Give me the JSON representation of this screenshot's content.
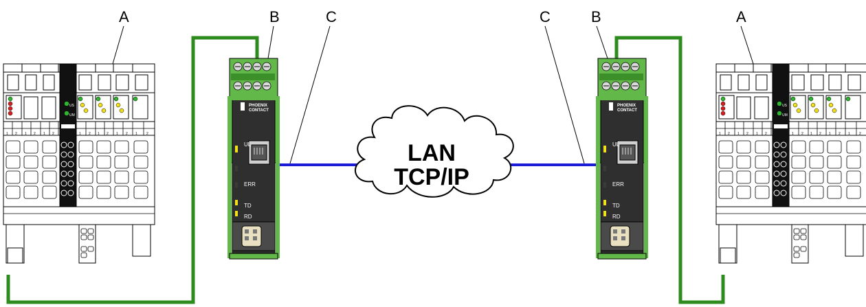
{
  "callouts": {
    "a": "A",
    "b": "B",
    "c": "C"
  },
  "cloud": {
    "line1": "LAN",
    "line2": "TCP/IP"
  },
  "module": {
    "brand_line1": "PHOENIX",
    "brand_line2": "CONTACT",
    "led_ul": "UL",
    "led_err": "ERR",
    "led_td": "TD",
    "led_rd": "RD"
  },
  "io_station": {
    "slot_labels": [
      "US",
      "UM"
    ]
  },
  "colors": {
    "serial_cable": "#2e8b1e",
    "ethernet_cable": "#1c1cd6",
    "module_green": "#63b84a",
    "module_body": "#2f2f2f",
    "led_green": "#2fb52f",
    "led_yellow": "#f2e01a",
    "led_red": "#d62020"
  }
}
